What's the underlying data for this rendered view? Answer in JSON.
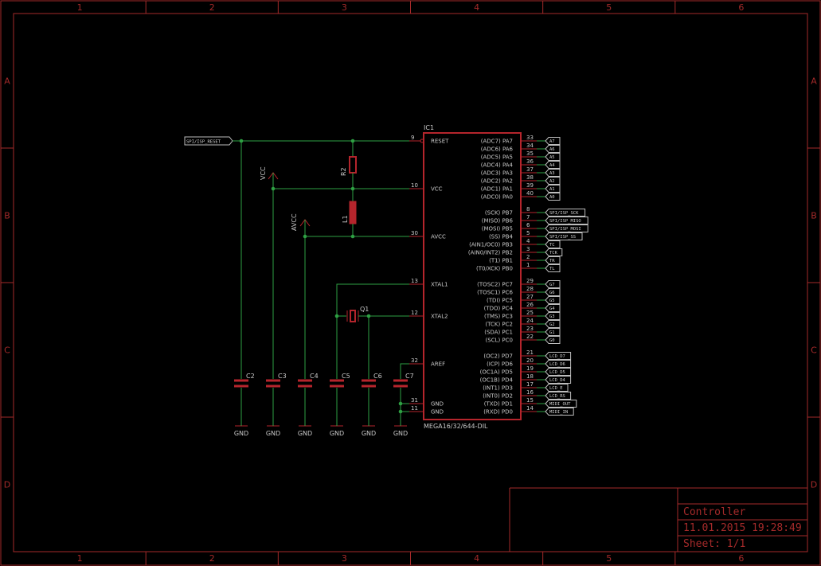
{
  "frame": {
    "columns": [
      "1",
      "2",
      "3",
      "4",
      "5",
      "6"
    ],
    "rows": [
      "A",
      "B",
      "C",
      "D"
    ]
  },
  "title_block": {
    "title": "Controller",
    "datetime": "11.01.2015 19:28:49",
    "sheet": "Sheet: 1/1"
  },
  "colors": {
    "frame": "#a52a2a",
    "net": "#2ea043",
    "symbol": "#b5252c",
    "text": "#c9c9c9"
  },
  "ic": {
    "ref": "IC1",
    "value": "MEGA16/32/644-DIL",
    "left_pins": [
      {
        "num": "9",
        "name": "RESET"
      },
      {
        "num": "10",
        "name": "VCC"
      },
      {
        "num": "30",
        "name": "AVCC"
      },
      {
        "num": "13",
        "name": "XTAL1"
      },
      {
        "num": "12",
        "name": "XTAL2"
      },
      {
        "num": "32",
        "name": "AREF"
      },
      {
        "num": "31",
        "name": "GND"
      },
      {
        "num": "11",
        "name": "GND"
      }
    ],
    "right_pins": [
      {
        "num": "33",
        "name": "(ADC7) PA7",
        "net": "A7"
      },
      {
        "num": "34",
        "name": "(ADC6) PA6",
        "net": "A6"
      },
      {
        "num": "35",
        "name": "(ADC5) PA5",
        "net": "A5"
      },
      {
        "num": "36",
        "name": "(ADC4) PA4",
        "net": "A4"
      },
      {
        "num": "37",
        "name": "(ADC3) PA3",
        "net": "A3"
      },
      {
        "num": "38",
        "name": "(ADC2) PA2",
        "net": "A2"
      },
      {
        "num": "39",
        "name": "(ADC1) PA1",
        "net": "A1"
      },
      {
        "num": "40",
        "name": "(ADC0) PA0",
        "net": "A0"
      },
      {
        "num": "8",
        "name": "(SCK) PB7",
        "net": "SPI/ISP_SCK"
      },
      {
        "num": "7",
        "name": "(MISO) PB6",
        "net": "SPI/ISP_MISO"
      },
      {
        "num": "6",
        "name": "(MOSI) PB5",
        "net": "SPI/ISP_MOSI"
      },
      {
        "num": "5",
        "name": "(SS) PB4",
        "net": "SPI/ISP_SS"
      },
      {
        "num": "4",
        "name": "(AIN1/OC0) PB3",
        "net": "TC"
      },
      {
        "num": "3",
        "name": "(AIN0/INT2) PB2",
        "net": "TCK"
      },
      {
        "num": "2",
        "name": "(T1) PB1",
        "net": "TR"
      },
      {
        "num": "1",
        "name": "(T0/XCK) PB0",
        "net": "TL"
      },
      {
        "num": "29",
        "name": "(TOSC2) PC7",
        "net": "G7"
      },
      {
        "num": "28",
        "name": "(TOSC1) PC6",
        "net": "G6"
      },
      {
        "num": "27",
        "name": "(TDI) PC5",
        "net": "G5"
      },
      {
        "num": "26",
        "name": "(TDO) PC4",
        "net": "G4"
      },
      {
        "num": "25",
        "name": "(TMS) PC3",
        "net": "G3"
      },
      {
        "num": "24",
        "name": "(TCK) PC2",
        "net": "G2"
      },
      {
        "num": "23",
        "name": "(SDA) PC1",
        "net": "G1"
      },
      {
        "num": "22",
        "name": "(SCL) PC0",
        "net": "G0"
      },
      {
        "num": "21",
        "name": "(OC2) PD7",
        "net": "LCD_D7"
      },
      {
        "num": "20",
        "name": "(ICP) PD6",
        "net": "LCD_D6"
      },
      {
        "num": "19",
        "name": "(OC1A) PD5",
        "net": "LCD_D5"
      },
      {
        "num": "18",
        "name": "(OC1B) PD4",
        "net": "LCD_D4"
      },
      {
        "num": "17",
        "name": "(INT1) PD3",
        "net": "LCD_E"
      },
      {
        "num": "16",
        "name": "(INT0) PD2",
        "net": "LCD_RS"
      },
      {
        "num": "15",
        "name": "(TXD) PD1",
        "net": "MIDI_OUT"
      },
      {
        "num": "14",
        "name": "(RXD) PD0",
        "net": "MIDI_IN"
      }
    ]
  },
  "reset_label": "SPI/ISP_RESET",
  "r2": "R2",
  "l1": "L1",
  "q1": "Q1",
  "vcc": "VCC",
  "avcc": "AVCC",
  "caps": [
    "C2",
    "C3",
    "C4",
    "C5",
    "C6",
    "C7"
  ],
  "gnd": "GND"
}
